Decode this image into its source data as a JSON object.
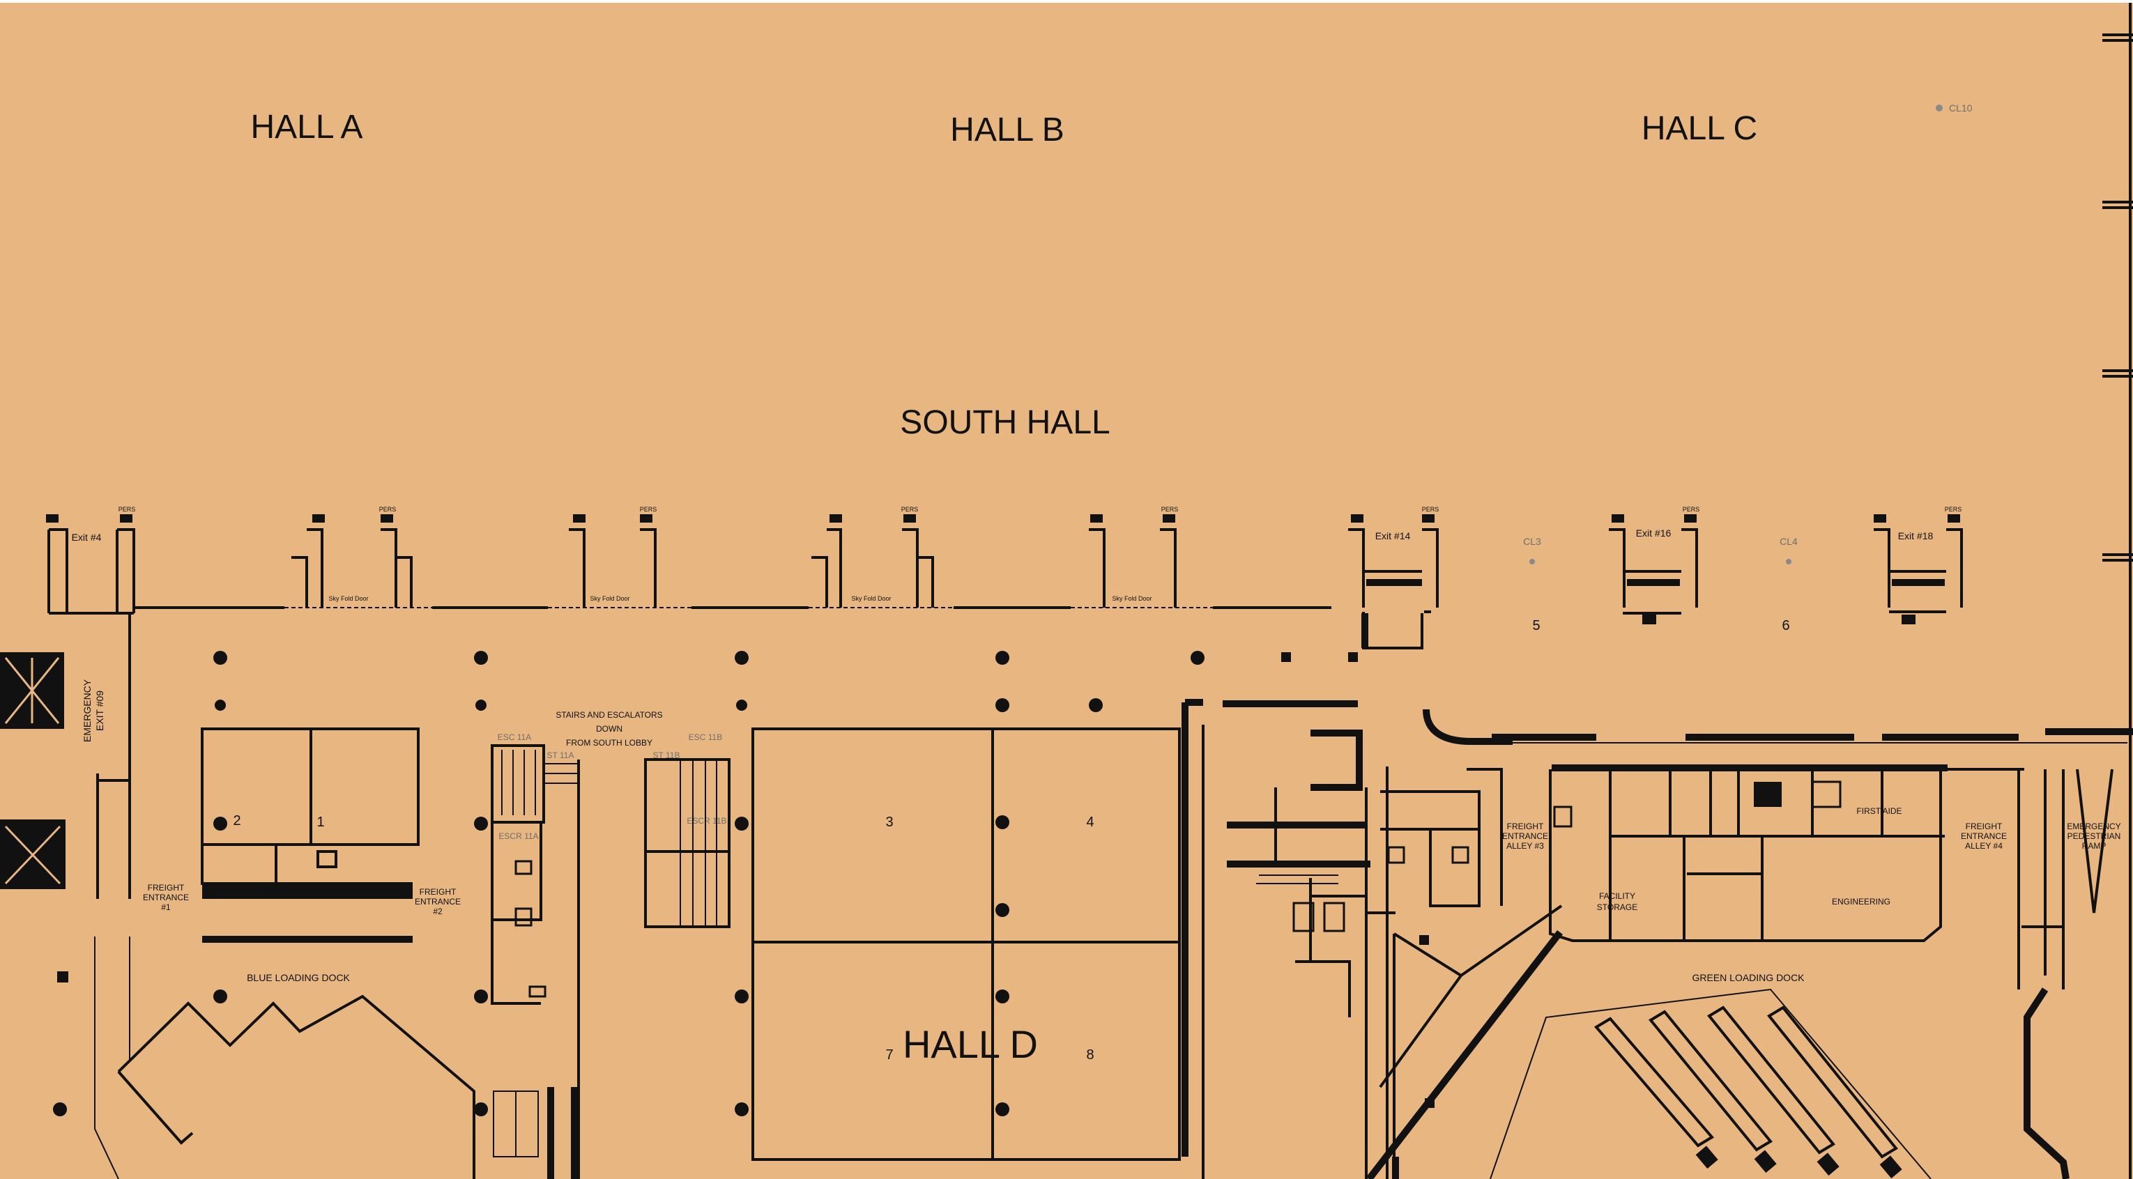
{
  "plan": {
    "background": "#E7B681",
    "line_color": "#111111",
    "halls": {
      "a": "HALL A",
      "b": "HALL B",
      "c": "HALL C",
      "south": "SOUTH HALL",
      "d": "HALL D"
    },
    "columns": {
      "cl10": "CL10",
      "cl3": "CL3",
      "cl4": "CL4"
    },
    "exits": {
      "exit4": "Exit #4",
      "exit14": "Exit #14",
      "exit16": "Exit #16",
      "exit18": "Exit #18",
      "emergency_exit9": [
        "EMERGENCY",
        "EXIT #09"
      ]
    },
    "pers": "PERS",
    "sky_fold_door": "Sky Fold Door",
    "stairs_note": [
      "STAIRS AND ESCALATORS",
      "DOWN",
      "FROM  SOUTH LOBBY"
    ],
    "vertical": {
      "esc11a": "ESC 11A",
      "st11a": "ST 11A",
      "st11b": "ST 11B",
      "esc11b": "ESC 11B",
      "escr11a": "ESCR 11A",
      "escr11b": "ESCR 11B"
    },
    "rooms": {
      "r1": "1",
      "r2": "2",
      "r3": "3",
      "r4": "4",
      "r5": "5",
      "r6": "6",
      "r7": "7",
      "r8": "8"
    },
    "freight": {
      "fe1": [
        "FREIGHT",
        "ENTRANCE",
        "#1"
      ],
      "fe2": [
        "FREIGHT",
        "ENTRANCE",
        "#2"
      ],
      "fa3": [
        "FREIGHT",
        "ENTRANCE",
        "ALLEY #3"
      ],
      "fa4": [
        "FREIGHT",
        "ENTRANCE",
        "ALLEY #4"
      ]
    },
    "docks": {
      "blue": "BLUE LOADING DOCK",
      "green": "GREEN LOADING DOCK"
    },
    "services": {
      "facility": [
        "FACILITY",
        "STORAGE"
      ],
      "engineering": "ENGINEERING",
      "first_aid": "FIRST AIDE",
      "ramp": [
        "EMERGENCY",
        "PEDESTRIAN",
        "RAMP"
      ]
    }
  }
}
